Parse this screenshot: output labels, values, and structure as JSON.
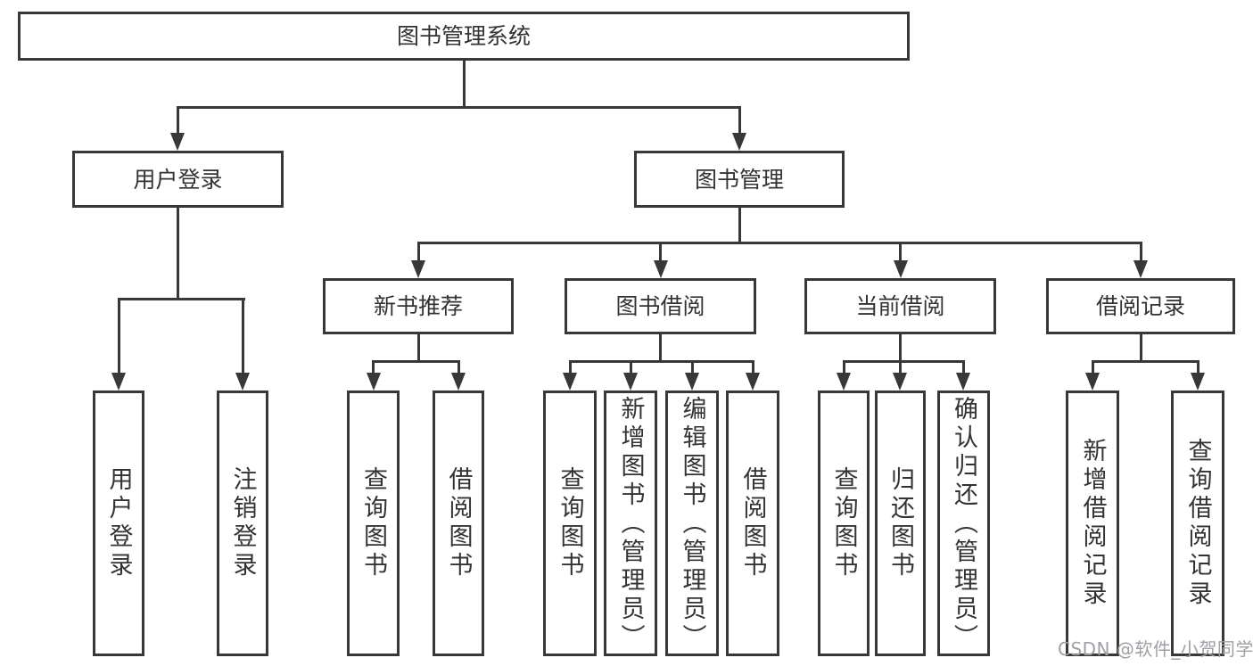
{
  "diagram": {
    "title": "图书管理系统",
    "nodes": [
      {
        "id": "root",
        "label": "图书管理系统"
      },
      {
        "id": "login",
        "label": "用户登录"
      },
      {
        "id": "mgmt",
        "label": "图书管理"
      },
      {
        "id": "rec",
        "label": "新书推荐"
      },
      {
        "id": "borrow",
        "label": "图书借阅"
      },
      {
        "id": "current",
        "label": "当前借阅"
      },
      {
        "id": "records",
        "label": "借阅记录"
      },
      {
        "id": "login-user",
        "label": "用户登录"
      },
      {
        "id": "login-logout",
        "label": "注销登录"
      },
      {
        "id": "rec-query",
        "label": "查询图书"
      },
      {
        "id": "rec-borrow",
        "label": "借阅图书"
      },
      {
        "id": "borrow-query",
        "label": "查询图书"
      },
      {
        "id": "borrow-add",
        "label": "新增图书（管理员）"
      },
      {
        "id": "borrow-edit",
        "label": "编辑图书（管理员）"
      },
      {
        "id": "borrow-borrow",
        "label": "借阅图书"
      },
      {
        "id": "current-query",
        "label": "查询图书"
      },
      {
        "id": "current-return",
        "label": "归还图书"
      },
      {
        "id": "current-confirm",
        "label": "确认归还（管理员）"
      },
      {
        "id": "records-add",
        "label": "新增借阅记录"
      },
      {
        "id": "records-query",
        "label": "查询借阅记录"
      }
    ],
    "edges": [
      [
        "root",
        "login"
      ],
      [
        "root",
        "mgmt"
      ],
      [
        "login",
        "login-user"
      ],
      [
        "login",
        "login-logout"
      ],
      [
        "mgmt",
        "rec"
      ],
      [
        "mgmt",
        "borrow"
      ],
      [
        "mgmt",
        "current"
      ],
      [
        "mgmt",
        "records"
      ],
      [
        "rec",
        "rec-query"
      ],
      [
        "rec",
        "rec-borrow"
      ],
      [
        "borrow",
        "borrow-query"
      ],
      [
        "borrow",
        "borrow-add"
      ],
      [
        "borrow",
        "borrow-edit"
      ],
      [
        "borrow",
        "borrow-borrow"
      ],
      [
        "current",
        "current-query"
      ],
      [
        "current",
        "current-return"
      ],
      [
        "current",
        "current-confirm"
      ],
      [
        "records",
        "records-add"
      ],
      [
        "records",
        "records-query"
      ]
    ]
  },
  "watermark": {
    "text": "CSDN @软件_小贺同学"
  },
  "colors": {
    "line": "#383838",
    "text": "#333333",
    "background": "#ffffff",
    "watermark": "#9fa0a5"
  }
}
